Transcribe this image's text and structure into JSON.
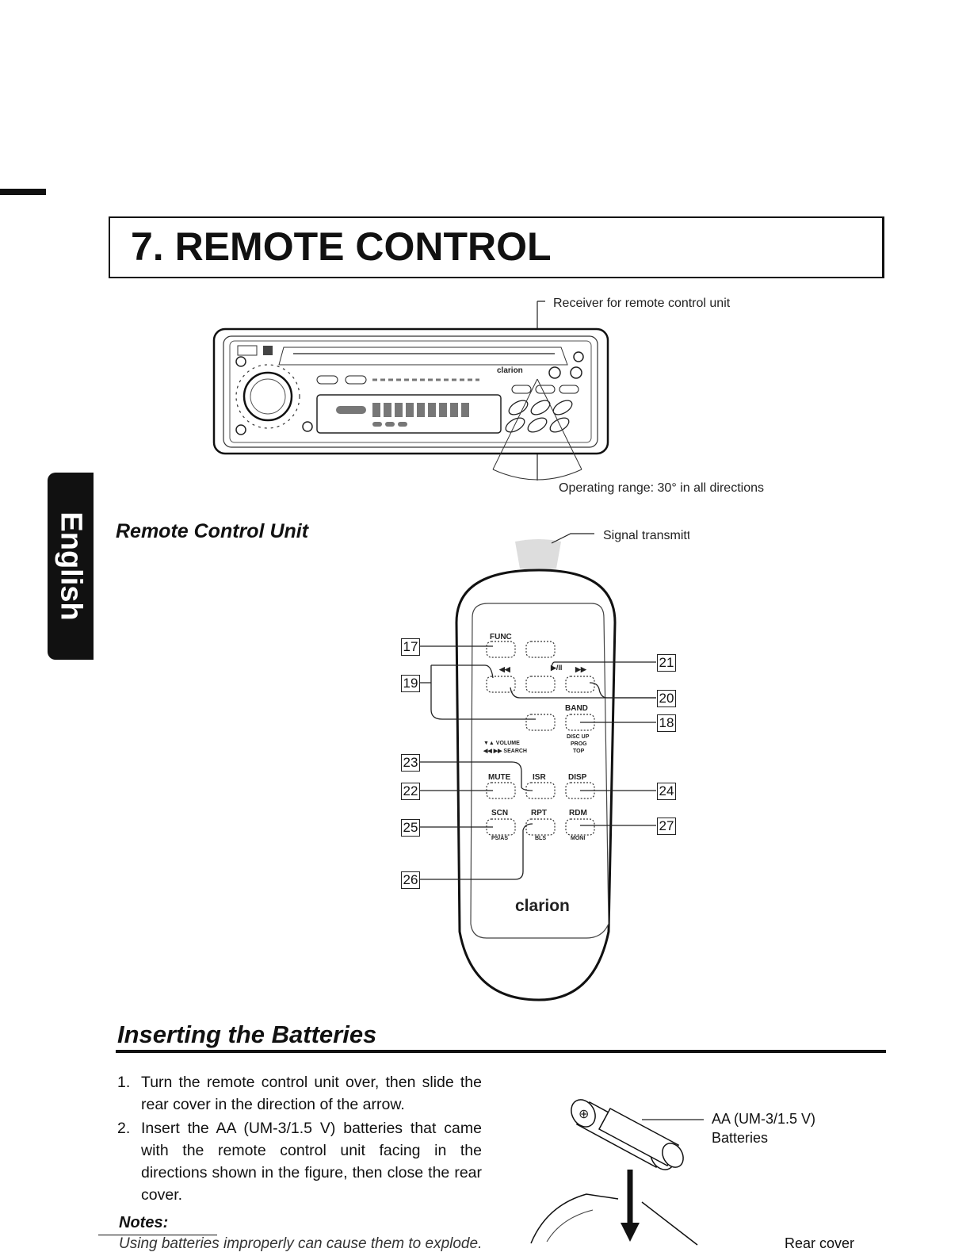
{
  "page": {
    "title": "7. REMOTE CONTROL",
    "side_tab": "English"
  },
  "head_unit": {
    "receiver_label": "Receiver for remote control unit",
    "range_label": "Operating range: 30° in all directions",
    "brand": "clarion"
  },
  "remote": {
    "heading": "Remote Control Unit",
    "signal_label": "Signal transmitter",
    "brand": "clarion",
    "buttons": {
      "func": "FUNC",
      "band": "BAND",
      "band_sub": [
        "DISC UP",
        "PROG",
        "TOP"
      ],
      "volume": "▼▲  VOLUME",
      "search": "◀◀ ▶▶  SEARCH",
      "mute": "MUTE",
      "isr": "ISR",
      "disp": "DISP",
      "scn": "SCN",
      "rpt": "RPT",
      "rdm": "RDM",
      "ps_as": "PS/AS",
      "bls": "BLS",
      "moni": "MONI",
      "play_pause": "▶/II",
      "rew": "◀◀",
      "ff": "▶▶"
    },
    "callouts": [
      "17",
      "19",
      "23",
      "22",
      "25",
      "26",
      "21",
      "20",
      "18",
      "24",
      "27"
    ]
  },
  "batteries": {
    "heading": "Inserting the Batteries",
    "steps": [
      {
        "num": "1.",
        "text": "Turn the remote control unit over, then slide the rear cover in the direction of the arrow."
      },
      {
        "num": "2.",
        "text": "Insert the AA (UM-3/1.5 V) batteries that came with the remote control unit facing in the directions shown in the figure, then close the rear cover."
      }
    ],
    "notes_heading": "Notes:",
    "notes_text": "Using batteries improperly can cause them to explode.",
    "battery_label_1": "AA (UM-3/1.5 V)",
    "battery_label_2": "Batteries",
    "rear_cover_label": "Rear cover"
  }
}
